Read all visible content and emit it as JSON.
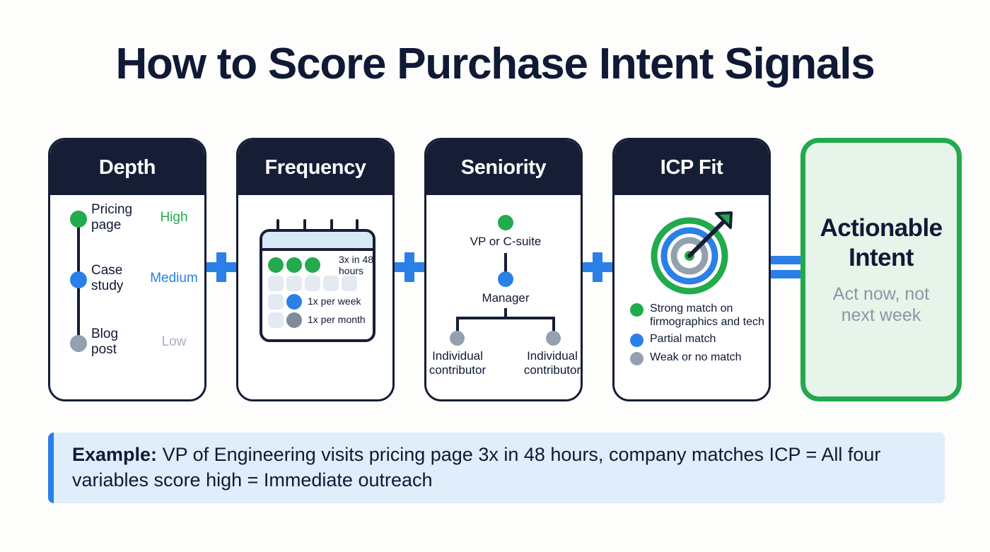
{
  "page": {
    "title": "How to Score Purchase Intent Signals",
    "background_color": "#fdfdfb"
  },
  "colors": {
    "dark": "#151e35",
    "green": "#22aa4c",
    "blue": "#2b7fe8",
    "gray": "#92a0b0",
    "light_blue_band": "#d9e8f7",
    "result_bg": "#e6f4ea",
    "banner_bg": "#e0edfb"
  },
  "operators": {
    "plus": "+",
    "equals": "="
  },
  "cards": [
    {
      "header": "Depth",
      "rows": [
        {
          "label": "Pricing page",
          "score": "High",
          "dot_color": "#22aa4c",
          "score_color": "#22aa4c"
        },
        {
          "label": "Case study",
          "score": "Medium",
          "dot_color": "#2b7fe8",
          "score_color": "#2b7fe8"
        },
        {
          "label": "Blog post",
          "score": "Low",
          "dot_color": "#92a0b0",
          "score_color": "#a7b1be"
        }
      ]
    },
    {
      "header": "Frequency",
      "calendar": {
        "notes": [
          {
            "text": "3x in 48 hours",
            "color": "#22aa4c"
          },
          {
            "text": "1x per week",
            "color": "#2b7fe8"
          },
          {
            "text": "1x per month",
            "color": "#7f8b99"
          }
        ]
      }
    },
    {
      "header": "Seniority",
      "org": {
        "top": {
          "label": "VP or C-suite",
          "dot_color": "#22aa4c"
        },
        "middle": {
          "label": "Manager",
          "dot_color": "#2b7fe8"
        },
        "leaves": [
          {
            "label": "Individual contributor",
            "dot_color": "#92a0b0"
          },
          {
            "label": "Individual contributor",
            "dot_color": "#92a0b0"
          }
        ]
      }
    },
    {
      "header": "ICP Fit",
      "legend": [
        {
          "text": "Strong match on firmographics and tech",
          "color": "#22aa4c"
        },
        {
          "text": "Partial match",
          "color": "#2b7fe8"
        },
        {
          "text": "Weak or no match",
          "color": "#92a0b0"
        }
      ]
    }
  ],
  "result": {
    "title": "Actionable Intent",
    "subtitle": "Act now, not next week"
  },
  "example": {
    "label": "Example:",
    "body": " VP of Engineering visits pricing page 3x in 48 hours, company matches ICP = All four variables score high = Immediate outreach"
  }
}
